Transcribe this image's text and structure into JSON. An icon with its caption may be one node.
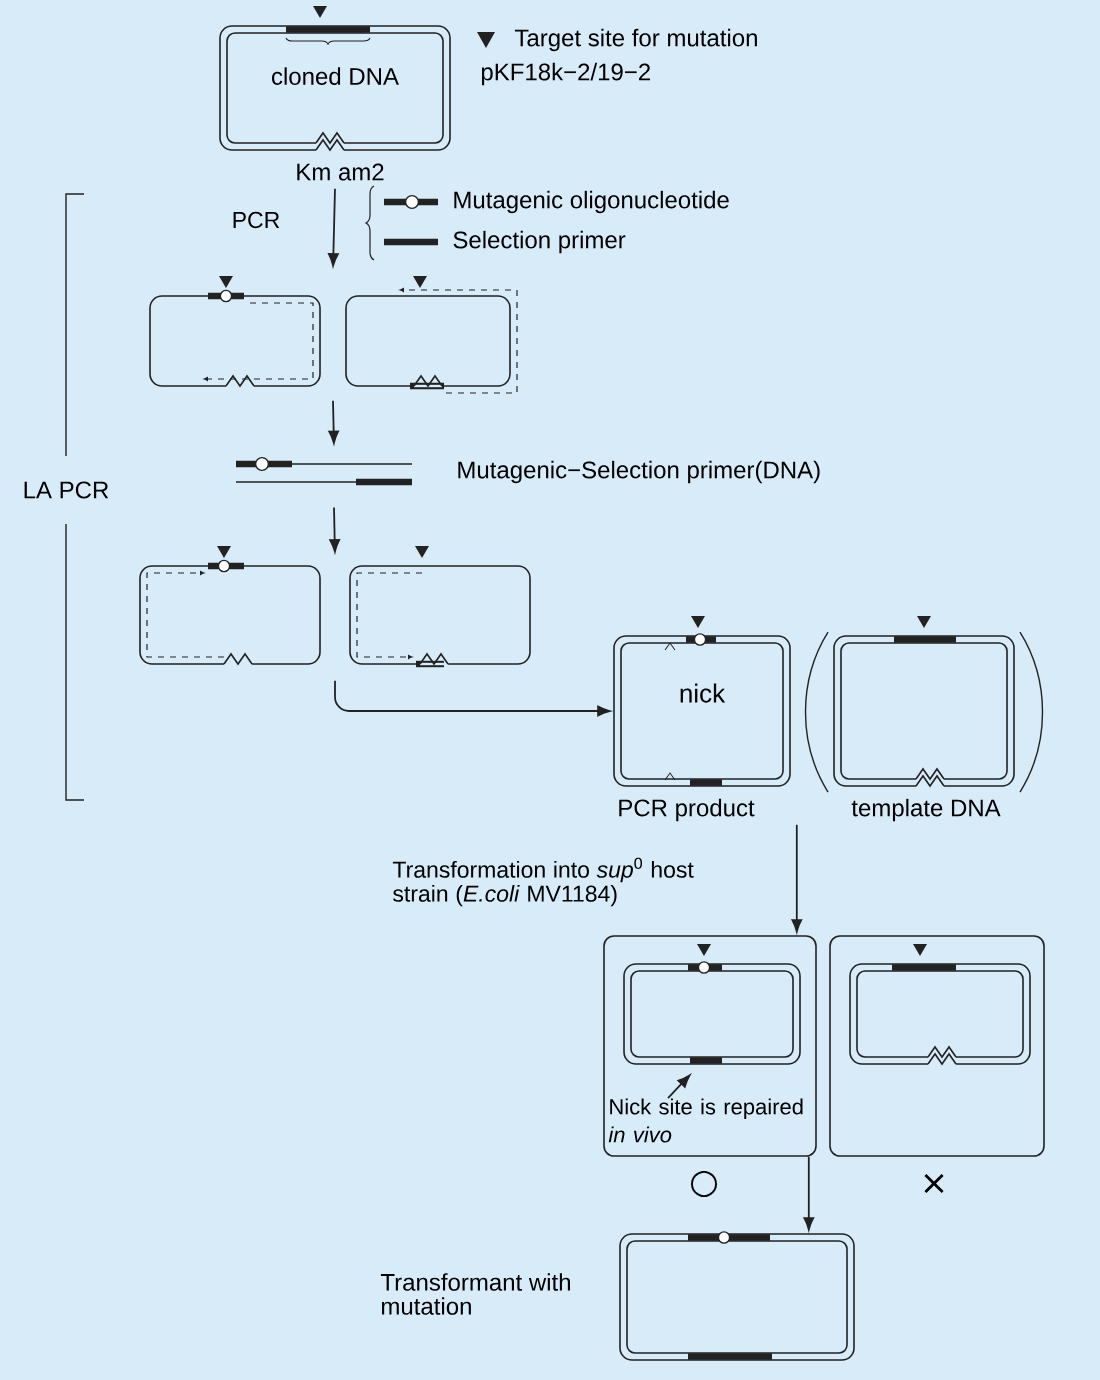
{
  "diagram": {
    "nodes": [
      {
        "text": [
          "cloned DNA"
        ],
        "beside": [
          "Km am2"
        ]
      },
      {
        "text": [],
        "shape": "plasmid"
      },
      {
        "text": [],
        "shape": "plasmid"
      },
      {
        "text": [],
        "shape": "bar",
        "beside": [
          "Mutagenic−Selection primer(DNA)"
        ]
      },
      {
        "text": [],
        "shape": "plasmid"
      },
      {
        "text": [],
        "shape": "plasmid"
      },
      {
        "text": [
          "nick"
        ],
        "beside": [
          "PCR product"
        ]
      },
      {
        "text": [],
        "shape": "plasmid",
        "beside": [
          "template DNA"
        ]
      },
      {
        "text": [],
        "shape": "box",
        "beside": [
          "○"
        ]
      },
      {
        "text": [],
        "shape": "plasmid",
        "in": 8
      },
      {
        "text": [
          "Nick site is repaired *in vivo*"
        ],
        "in": 8
      },
      {
        "text": [],
        "shape": "box",
        "beside": [
          "×"
        ]
      },
      {
        "text": [],
        "shape": "plasmid",
        "in": 11
      },
      {
        "text": [],
        "shape": "plasmid",
        "beside": [
          "Transformant with mutation"
        ]
      }
    ],
    "edges": [
      {
        "from": 0,
        "to": 1,
        "arrow": "to",
        "label": "PCR"
      },
      {
        "from": 0,
        "to": 2,
        "arrow": "to"
      },
      {
        "from": 1,
        "to": 3,
        "arrow": "to"
      },
      {
        "from": 2,
        "to": 3,
        "arrow": "to"
      },
      {
        "from": 3,
        "to": 4,
        "arrow": "to"
      },
      {
        "from": 3,
        "to": 5,
        "arrow": "to"
      },
      {
        "from": 4,
        "to": 6,
        "arrow": "to"
      },
      {
        "from": 5,
        "to": 6,
        "arrow": "to"
      },
      {
        "from": 6,
        "to": 8,
        "arrow": "to",
        "label": "Transformation into *sup*$^{0}$ host strain (*E.coli* MV1184)"
      },
      {
        "from": 10,
        "to": 9,
        "arrow": "to"
      },
      {
        "from": 8,
        "to": 13,
        "arrow": "to"
      }
    ],
    "labels": [
      "pKF18k−2/19−2",
      "LA PCR"
    ],
    "legend": [
      {
        "text": "Target site for mutation"
      },
      {
        "text": "Mutagenic oligonucleotide"
      },
      {
        "text": "Selection primer"
      }
    ]
  }
}
